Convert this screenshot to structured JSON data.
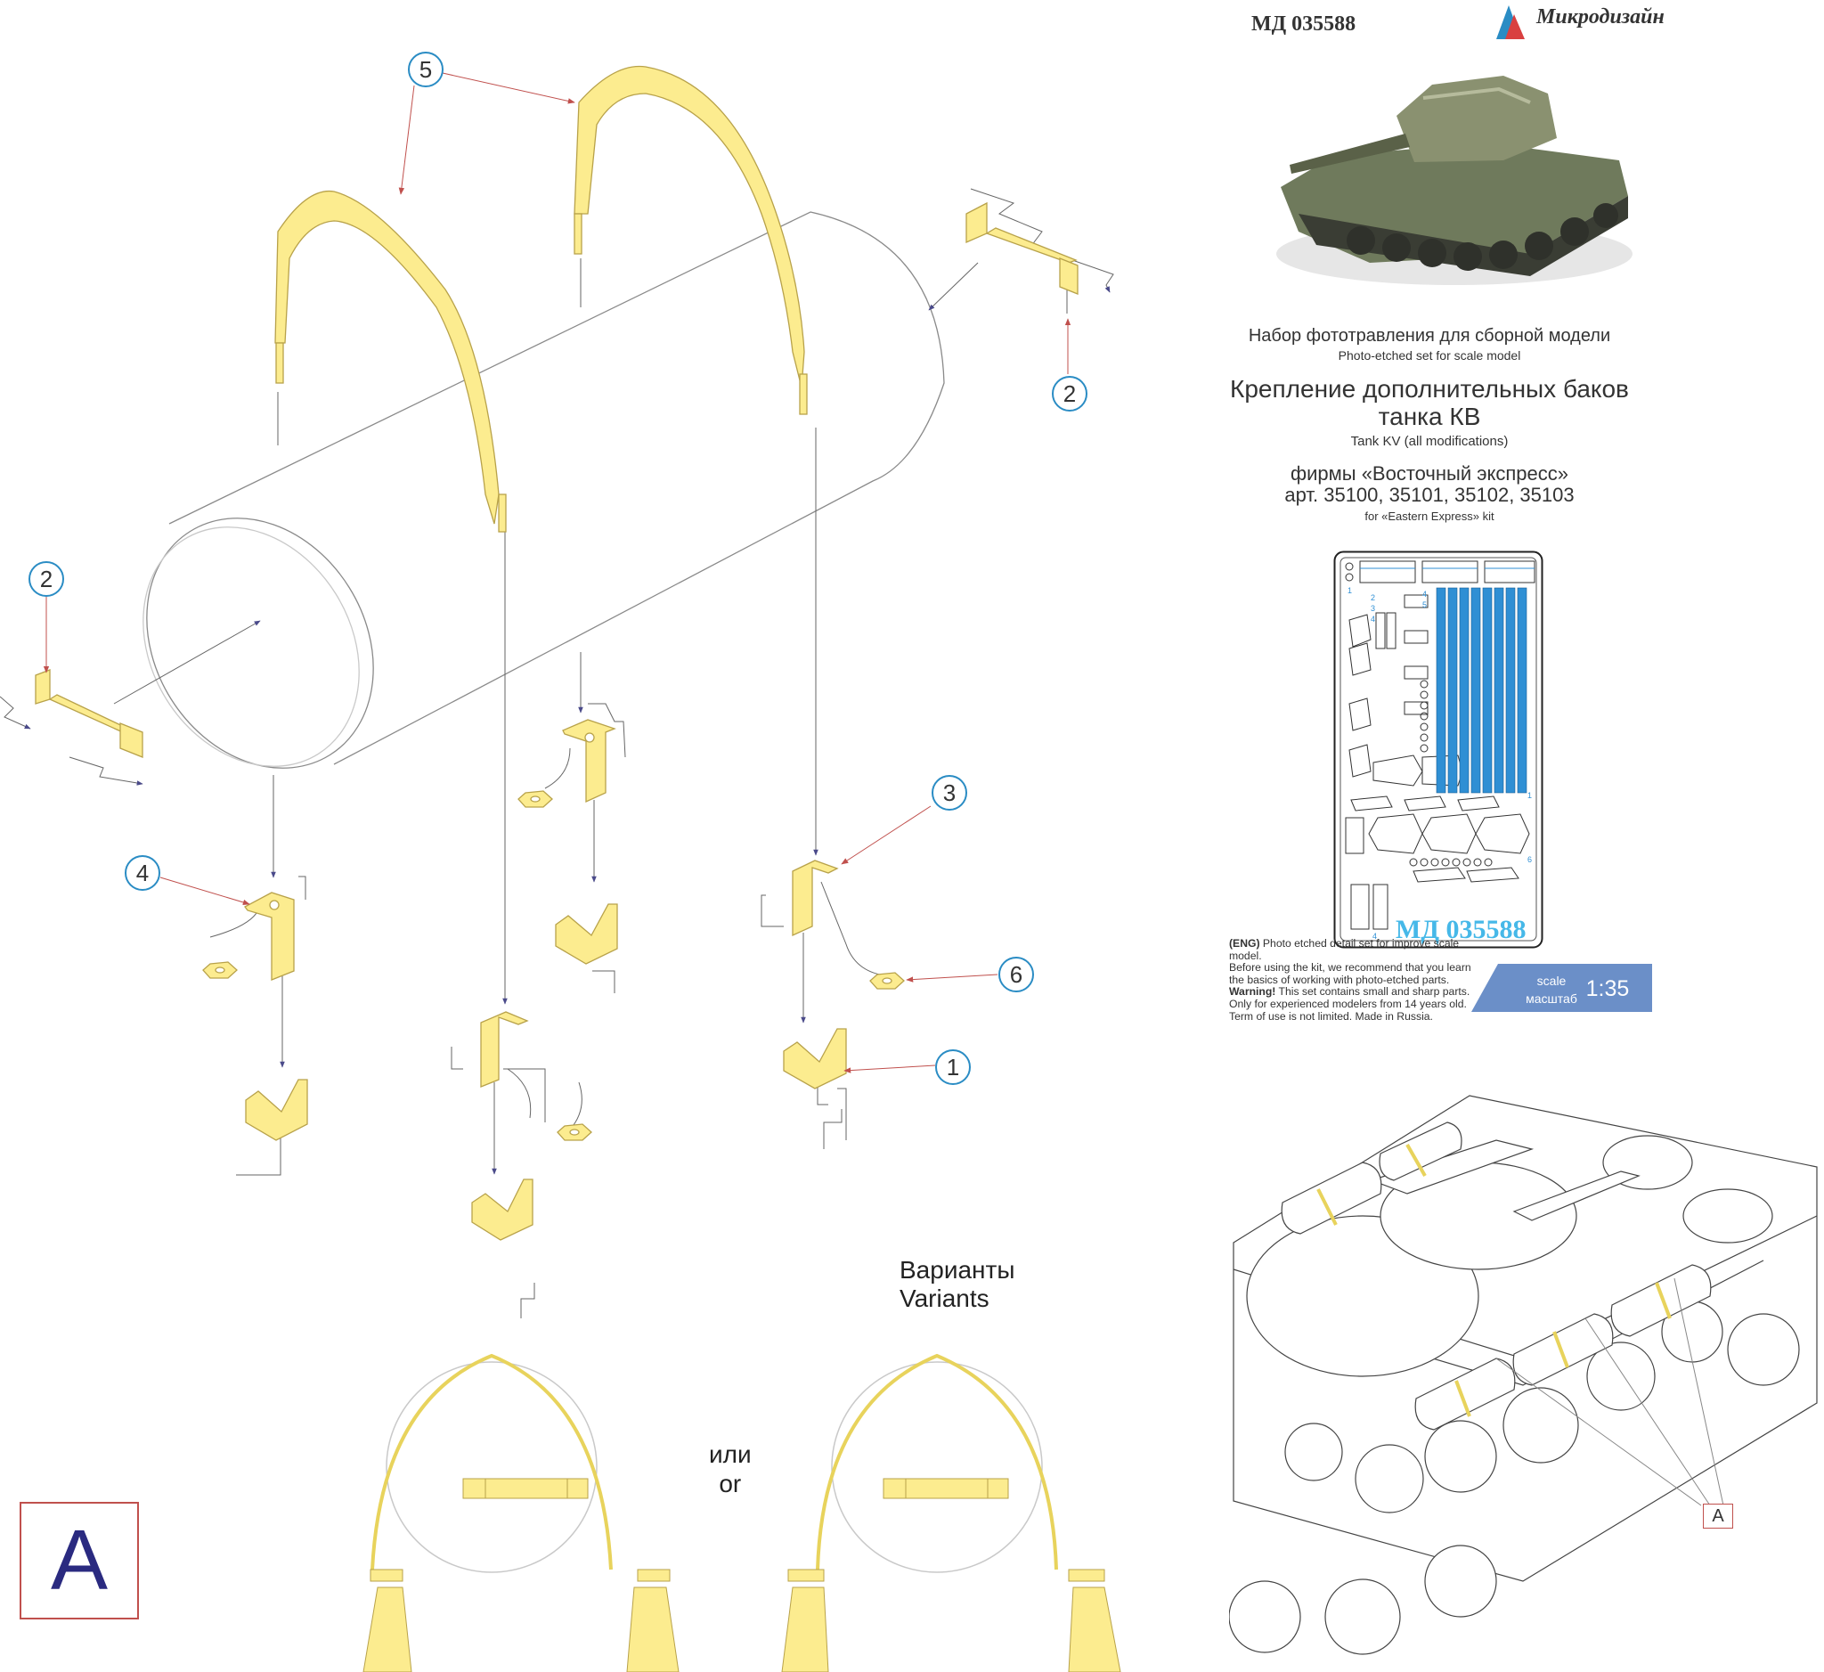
{
  "header": {
    "code": "МД 035588",
    "brand": "Микродизайн"
  },
  "title": {
    "ru_subtitle": "Набор фототравления для сборной модели",
    "en_subtitle": "Photo-etched set for scale model",
    "ru_line1": "Крепление дополнительных баков",
    "ru_line2": "танка КВ",
    "en_name": "Tank KV (all modifications)",
    "ru_kit_line1": "фирмы «Восточный экспресс»",
    "ru_kit_line2": "арт. 35100, 35101, 35102, 35103",
    "en_kit": "for «Eastern Express» kit"
  },
  "fret": {
    "code": "МД 035588",
    "small_labels": [
      "1",
      "2",
      "3",
      "4",
      "4",
      "5",
      "6",
      "1",
      "4"
    ]
  },
  "notes": {
    "eng_tag": "(ENG)",
    "line1": " Photo etched detail set for improve scale model.",
    "line2": "Before using the kit, we recommend that you learn",
    "line3": "the basics of working with photo-etched parts.",
    "warning_tag": "Warning!",
    "line4": " This set contains small and sharp parts.",
    "line5": "Only for experienced modelers from 14 years old.",
    "line6": "Term of use is not limited. Made in Russia."
  },
  "scale": {
    "word_en": "scale",
    "word_ru": "масштаб",
    "value": "1:35"
  },
  "callouts": [
    "5",
    "5",
    "2",
    "2",
    "3",
    "4",
    "6",
    "1"
  ],
  "variants": {
    "ru": "Варианты",
    "en": "Variants",
    "or_ru": "или",
    "or_en": "or"
  },
  "section_label": "A",
  "view_callout": "A",
  "colors": {
    "part_fill": "#fcec8f",
    "part_stroke": "#b8a24a",
    "callout_ring": "#2a8cc4",
    "label_frame": "#c0504d",
    "fret_blue": "#2f8fd4",
    "scale_badge": "#6b8fc8",
    "arrow": "#6a6a9a"
  }
}
